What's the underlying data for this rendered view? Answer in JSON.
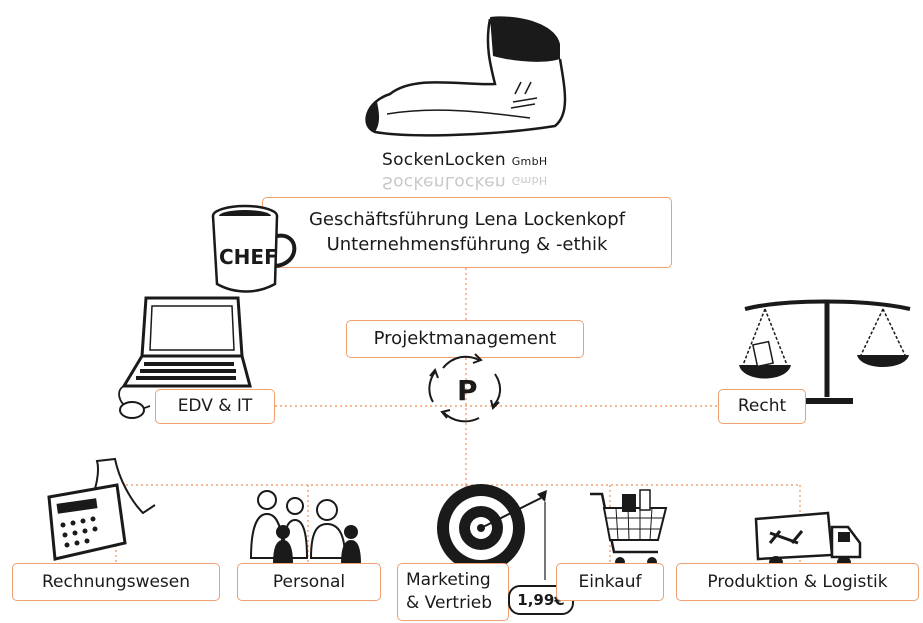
{
  "company": {
    "name": "SockenLocken",
    "suffix": "GmbH"
  },
  "ceo": {
    "line1": "Geschäftsführung Lena Lockenkopf",
    "line2": "Unternehmensführung & -ethik",
    "mug_label": "CHEF"
  },
  "projekt": {
    "label": "Projektmanagement",
    "symbol": "P"
  },
  "edv": {
    "label": "EDV & IT"
  },
  "recht": {
    "label": "Recht"
  },
  "departments": {
    "rechnungswesen": "Rechnungswesen",
    "personal": "Personal",
    "marketing_line1": "Marketing",
    "marketing_line2": "& Vertrieb",
    "einkauf": "Einkauf",
    "produktion": "Produktion & Logistik"
  },
  "price_tag": "1,99€",
  "colors": {
    "connector": "#f0a070",
    "ink": "#1a1a1a"
  }
}
